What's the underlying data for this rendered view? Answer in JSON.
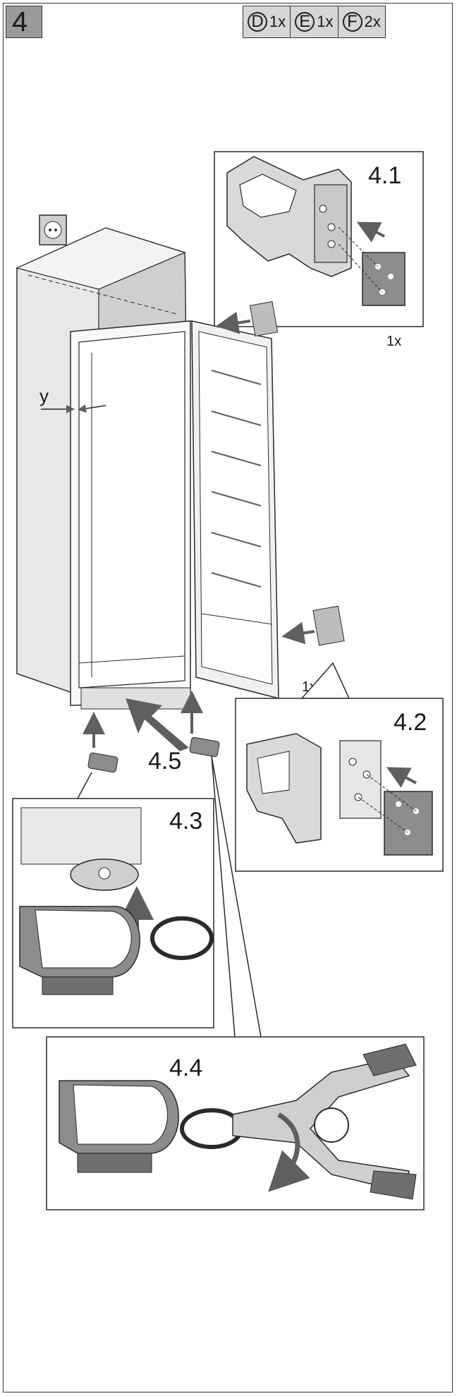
{
  "step": {
    "number": "4"
  },
  "parts": [
    {
      "letter": "D",
      "qty": "1x"
    },
    {
      "letter": "E",
      "qty": "1x"
    },
    {
      "letter": "F",
      "qty": "2x"
    }
  ],
  "callouts": {
    "c41": {
      "label": "4.1",
      "qty": "1x"
    },
    "c42": {
      "label": "4.2",
      "qty": "1x"
    },
    "c43": {
      "label": "4.3"
    },
    "c44": {
      "label": "4.4"
    },
    "c45": {
      "label": "4.5"
    }
  },
  "dimension": {
    "label": "y"
  },
  "colors": {
    "stroke": "#2a2a2a",
    "mid_gray": "#8c8c8c",
    "light_gray": "#d9d9d9",
    "dark_gray": "#5f5f5f"
  },
  "icons": [
    "power-socket-icon",
    "arrow-icon"
  ]
}
